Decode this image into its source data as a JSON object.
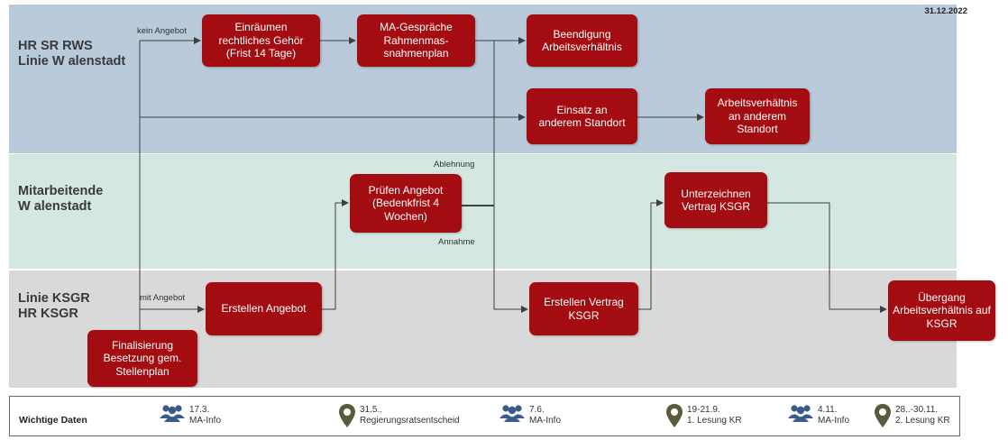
{
  "date": "31.12.2022",
  "lanes": [
    {
      "label": "HR SR RWS\nLinie W alenstadt",
      "color": "#b9cadb"
    },
    {
      "label": "Mitarbeitende\nW alenstadt",
      "color": "#d4e7e3"
    },
    {
      "label": "Linie KSGR\nHR KSGR",
      "color": "#d9d9d9"
    }
  ],
  "boxes": {
    "rechtliches_gehoer": "Einräumen\nrechtliches Gehör\n(Frist 14 Tage)",
    "ma_gespraeche": "MA-Gespräche\nRahmenmas-\nsnahmenplan",
    "beendigung": "Beendigung\nArbeitsverhältnis",
    "einsatz_standort": "Einsatz an\nanderem Standort",
    "av_anderer_standort": "Arbeitsverhältnis\nan anderem\nStandort",
    "pruefen_angebot": "Prüfen Angebot\n(Bedenkfrist 4\nWochen)",
    "unterzeichnen": "Unterzeichnen\nVertrag KSGR",
    "erstellen_angebot": "Erstellen Angebot",
    "erstellen_vertrag": "Erstellen Vertrag\nKSGR",
    "uebergang": "Übergang\nArbeitsverhältnis auf\nKSGR",
    "finalisierung": "Finalisierung\nBesetzung gem.\nStellenplan"
  },
  "labels": {
    "kein_angebot": "kein Angebot",
    "mit_angebot": "mit Angebot",
    "ablehnung": "Ablehnung",
    "annahme": "Annahme"
  },
  "timeline": {
    "title": "Wichtige Daten",
    "events": [
      {
        "date": "17.3.",
        "text": "MA-Info",
        "icon": "people-icon"
      },
      {
        "date": "31.5..",
        "text": "Regierungsratsentscheid",
        "icon": "location-pin-icon"
      },
      {
        "date": "7.6.",
        "text": "MA-Info",
        "icon": "people-icon"
      },
      {
        "date": "19-21.9.",
        "text": "1. Lesung KR",
        "icon": "location-pin-icon"
      },
      {
        "date": "4.11.",
        "text": "MA-Info",
        "icon": "people-icon"
      },
      {
        "date": "28..-30.11.",
        "text": "2. Lesung KR",
        "icon": "location-pin-icon"
      }
    ]
  },
  "colors": {
    "box": "#a30d11",
    "line": "#404040",
    "people_icon": "#3a5a8c",
    "pin_icon": "#5c5a3c"
  }
}
